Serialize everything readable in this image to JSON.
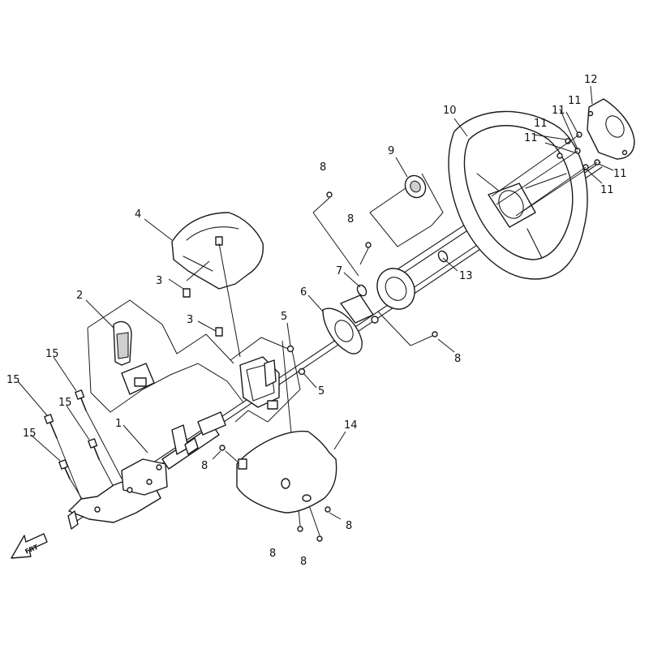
{
  "callouts": {
    "c1": "1",
    "c2": "2",
    "c3a": "3",
    "c3b": "3",
    "c4": "4",
    "c5a": "5",
    "c5b": "5",
    "c6": "6",
    "c7": "7",
    "c8a": "8",
    "c8b": "8",
    "c8c": "8",
    "c8d": "8",
    "c8e": "8",
    "c8f": "8",
    "c8g": "8",
    "c9": "9",
    "c10": "10",
    "c11a": "11",
    "c11b": "11",
    "c11c": "11",
    "c11d": "11",
    "c11e": "11",
    "c11f": "11",
    "c12": "12",
    "c13": "13",
    "c14": "14",
    "c15a": "15",
    "c15b": "15",
    "c15c": "15",
    "c15d": "15"
  },
  "direction_arrow": {
    "label": "FRT",
    "icon": "front-direction-arrow-icon"
  }
}
